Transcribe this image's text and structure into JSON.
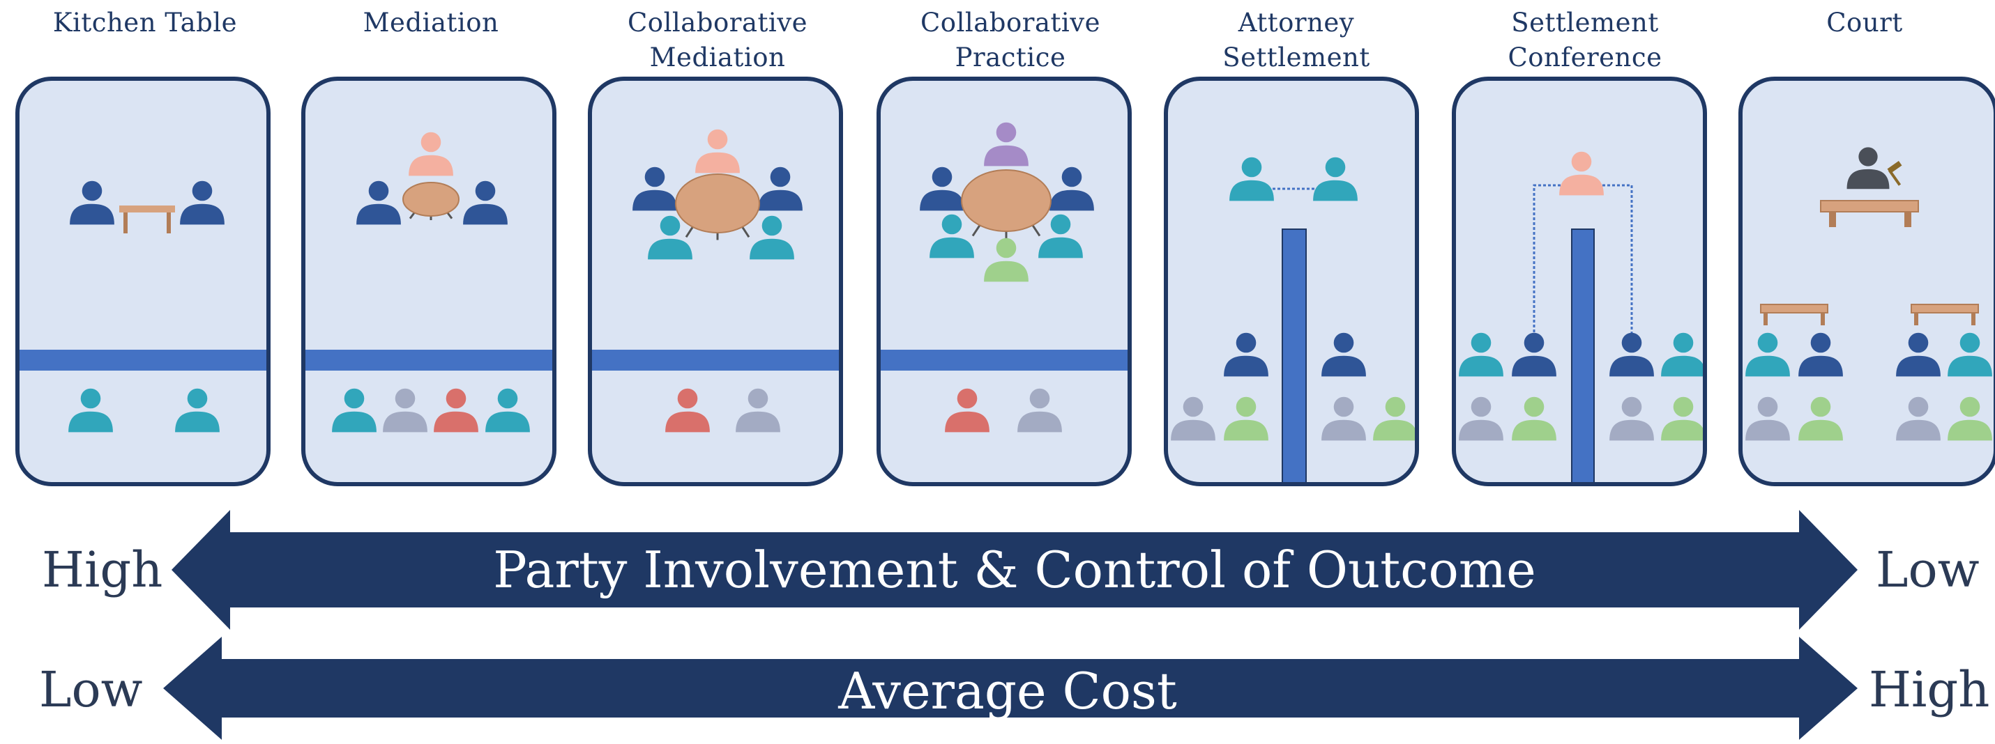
{
  "columns": [
    {
      "title": "Kitchen Table"
    },
    {
      "title": "Mediation"
    },
    {
      "title": "Collaborative\nMediation"
    },
    {
      "title": "Collaborative\nPractice"
    },
    {
      "title": "Attorney\nSettlement"
    },
    {
      "title": "Settlement\nConference"
    },
    {
      "title": "Court"
    }
  ],
  "arrows": [
    {
      "label": "Party Involvement & Control of Outcome",
      "left_label": "High",
      "right_label": "Low"
    },
    {
      "label": "Average Cost",
      "left_label": "Low",
      "right_label": "High"
    }
  ],
  "colors": {
    "navy": "#1f3864",
    "panel_bg": "#dbe4f3",
    "divider": "#4472c4",
    "party": "#2f5597",
    "teal": "#31a6bb",
    "salmon": "#f4b0a0",
    "gray": "#a3abc3",
    "red": "#d9706b",
    "green": "#9fd08c",
    "purple": "#a58bc7",
    "judge": "#4a4f58",
    "wood": "#d7a27e"
  }
}
